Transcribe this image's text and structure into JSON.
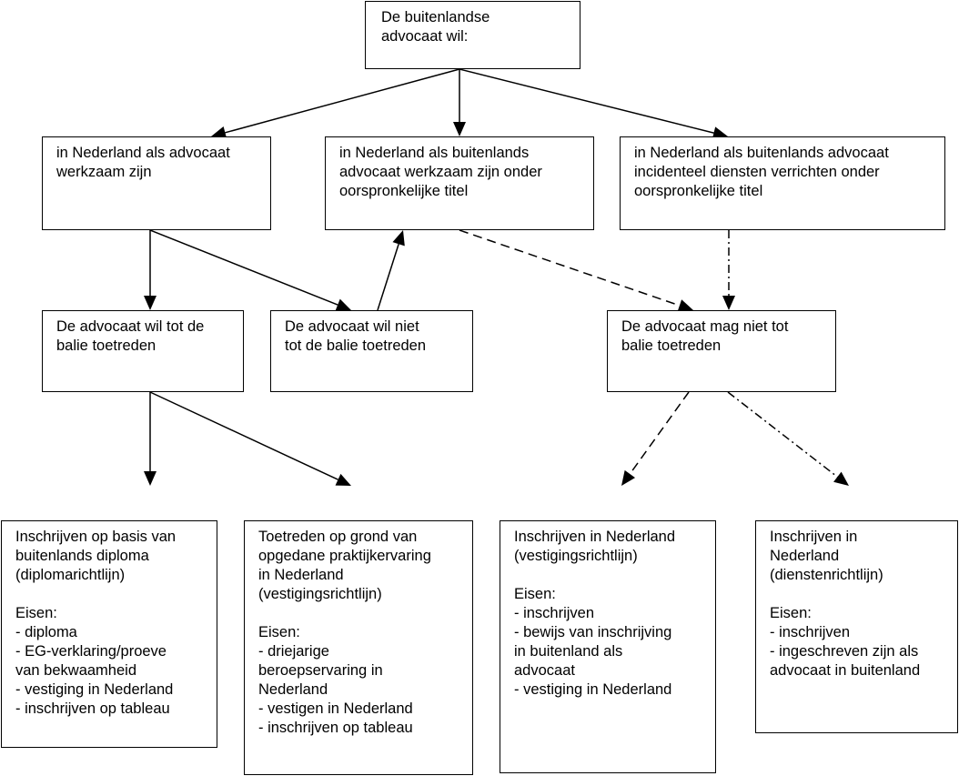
{
  "diagram": {
    "root": {
      "text": "De buitenlandse\nadvocaat wil:"
    },
    "options": [
      {
        "text": "in Nederland als advocaat\nwerkzaam zijn"
      },
      {
        "text": "in Nederland als buitenlands\nadvocaat werkzaam zijn onder\noorspronkelijke titel"
      },
      {
        "text": "in Nederland als buitenlands advocaat\nincidenteel diensten verrichten onder\noorspronkelijke titel"
      }
    ],
    "middle": [
      {
        "text": "De advocaat wil tot de\nbalie toetreden"
      },
      {
        "text": "De advocaat wil niet\ntot de balie toetreden"
      },
      {
        "text": "De advocaat mag niet tot\nbalie toetreden"
      }
    ],
    "outcomes": [
      {
        "title": "Inschrijven op basis van\nbuitenlands diploma\n(diplomarichtlijn)",
        "req_label": "Eisen:",
        "items": [
          "- diploma",
          "- EG-verklaring/proeve\nvan bekwaamheid",
          "- vestiging in Nederland",
          "- inschrijven op tableau"
        ]
      },
      {
        "title": "Toetreden op grond van\nopgedane praktijkervaring\nin Nederland\n(vestigingsrichtlijn)",
        "req_label": "Eisen:",
        "items": [
          "- driejarige\nberoepservaring in\nNederland",
          "- vestigen in Nederland",
          "- inschrijven op tableau"
        ]
      },
      {
        "title": "Inschrijven in Nederland\n(vestigingsrichtlijn)",
        "req_label": "Eisen:",
        "items": [
          "- inschrijven",
          "- bewijs van inschrijving\nin buitenland als\nadvocaat",
          "- vestiging in Nederland"
        ]
      },
      {
        "title": "Inschrijven in\nNederland\n(dienstenrichtlijn)",
        "req_label": "Eisen:",
        "items": [
          "- inschrijven",
          "- ingeschreven zijn als\nadvocaat in buitenland"
        ]
      }
    ],
    "connectors": [
      {
        "from": "root",
        "to": "option-1",
        "style": "solid"
      },
      {
        "from": "root",
        "to": "option-2",
        "style": "solid"
      },
      {
        "from": "root",
        "to": "option-3",
        "style": "solid"
      },
      {
        "from": "option-1",
        "to": "middle-1",
        "style": "solid"
      },
      {
        "from": "option-1",
        "to": "middle-2",
        "style": "solid"
      },
      {
        "from": "middle-2",
        "to": "option-2",
        "style": "solid"
      },
      {
        "from": "option-2",
        "to": "middle-3",
        "style": "dashed"
      },
      {
        "from": "option-3",
        "to": "middle-3",
        "style": "dash-dot"
      },
      {
        "from": "middle-1",
        "to": "outcome-1",
        "style": "solid"
      },
      {
        "from": "middle-1",
        "to": "outcome-2",
        "style": "solid"
      },
      {
        "from": "middle-3",
        "to": "outcome-3",
        "style": "dashed"
      },
      {
        "from": "middle-3",
        "to": "outcome-4",
        "style": "dash-dot"
      }
    ]
  }
}
